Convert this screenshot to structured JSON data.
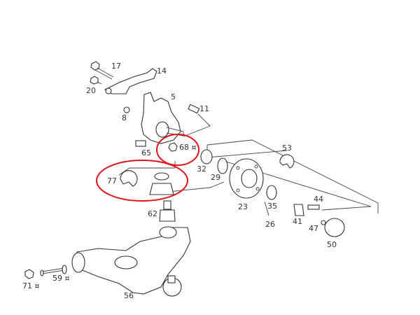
{
  "diagram": {
    "part_numbers": [
      "17",
      "14",
      "20",
      "5",
      "8",
      "11",
      "65",
      "68 ¤",
      "32",
      "29",
      "53",
      "77",
      "23",
      "35",
      "44",
      "26",
      "41",
      "47",
      "50",
      "62",
      "71 ¤",
      "59 ¤",
      "56"
    ],
    "highlight_color": "#e0141b",
    "highlighted_parts": [
      "68",
      "77"
    ]
  }
}
